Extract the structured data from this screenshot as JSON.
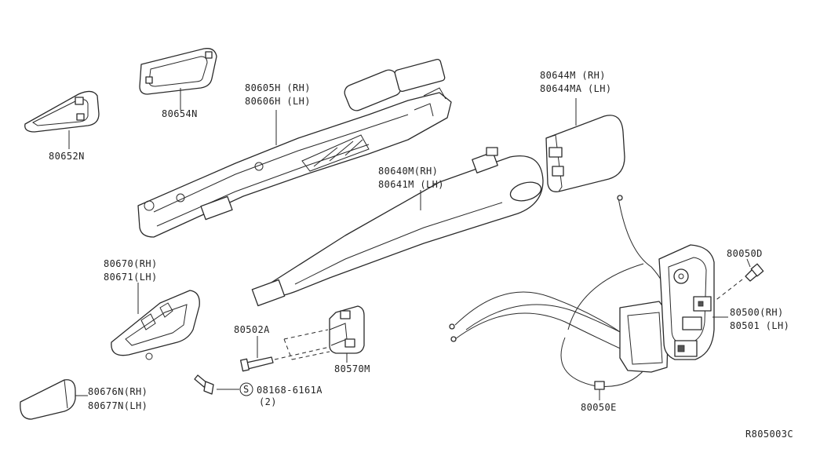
{
  "diagram_code": "R805003C",
  "parts": {
    "p80652N": "80652N",
    "p80654N": "80654N",
    "p80605H": "80605H (RH)",
    "p80606H": "80606H (LH)",
    "p80644M": "80644M (RH)",
    "p80644MA": "80644MA (LH)",
    "p80640M": "80640M(RH)",
    "p80641M": "80641M (LH)",
    "p80670": "80670(RH)",
    "p80671": "80671(LH)",
    "p80502A": "80502A",
    "p80570M": "80570M",
    "p80050D": "80050D",
    "p80500": "80500(RH)",
    "p80501": "80501 (LH)",
    "p80050E": "80050E",
    "p80676N": "80676N(RH)",
    "p80677N": "80677N(LH)",
    "p08168": "08168-6161A",
    "p08168_qty": "(2)",
    "std_symbol": "S"
  }
}
